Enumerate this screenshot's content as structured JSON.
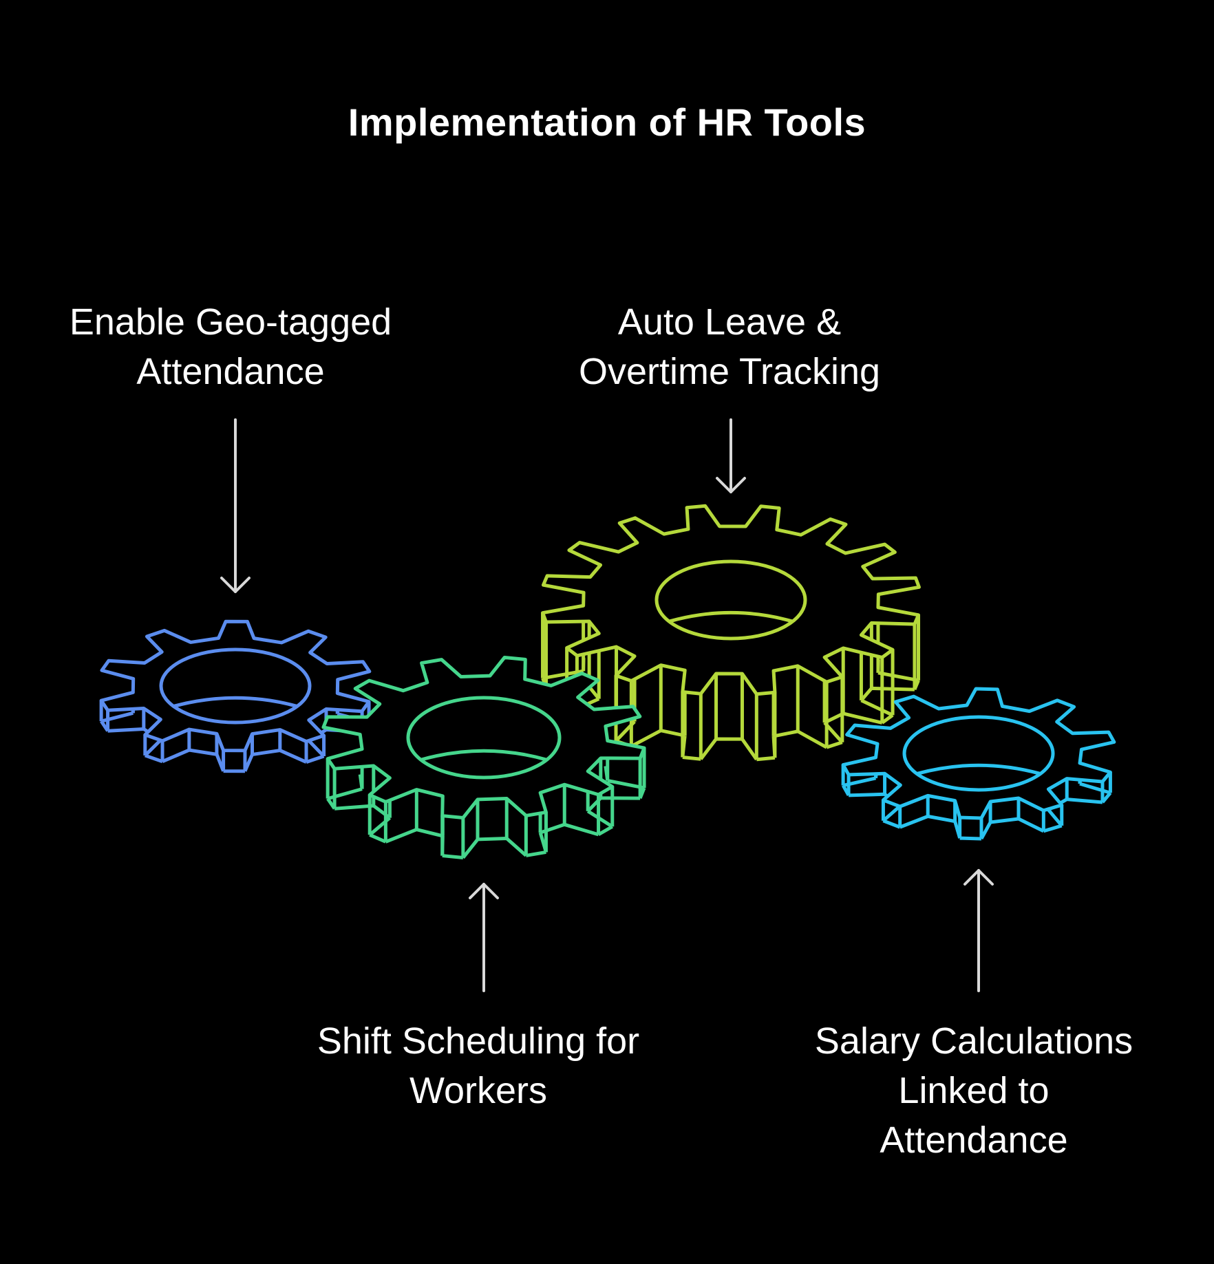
{
  "title": "Implementation of HR Tools",
  "colors": {
    "background": "#000000",
    "text": "#ffffff",
    "arrow": "#d9d9d9",
    "gear_blue": "#5b8def",
    "gear_green": "#45d68c",
    "gear_lime": "#b5d93b",
    "gear_cyan": "#29c3f0"
  },
  "items": [
    {
      "label_lines": [
        "Enable Geo-tagged",
        "Attendance"
      ],
      "gear_color": "#5b8def",
      "icon": "gear-icon"
    },
    {
      "label_lines": [
        "Auto Leave &",
        "Overtime Tracking"
      ],
      "gear_color": "#b5d93b",
      "icon": "gear-icon"
    },
    {
      "label_lines": [
        "Shift Scheduling for",
        "Workers"
      ],
      "gear_color": "#45d68c",
      "icon": "gear-icon"
    },
    {
      "label_lines": [
        "Salary Calculations",
        "Linked to",
        "Attendance"
      ],
      "gear_color": "#29c3f0",
      "icon": "gear-icon"
    }
  ]
}
